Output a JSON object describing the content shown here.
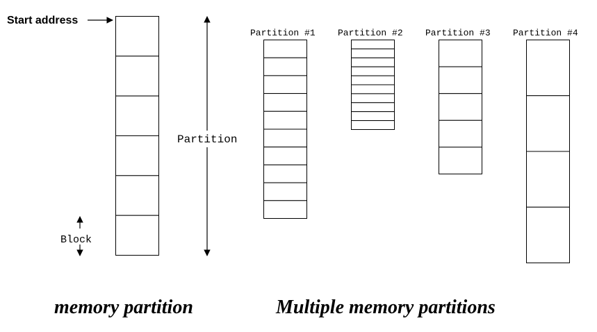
{
  "labels": {
    "start_address": "Start address",
    "partition": "Partition",
    "block": "Block"
  },
  "single_partition": {
    "block_count": 6
  },
  "partitions": [
    {
      "name": "Partition #1",
      "block_count": 10
    },
    {
      "name": "Partition #2",
      "block_count": 10
    },
    {
      "name": "Partition #3",
      "block_count": 5
    },
    {
      "name": "Partition #4",
      "block_count": 4
    }
  ],
  "captions": {
    "left": "memory partition",
    "right": "Multiple memory partitions"
  }
}
